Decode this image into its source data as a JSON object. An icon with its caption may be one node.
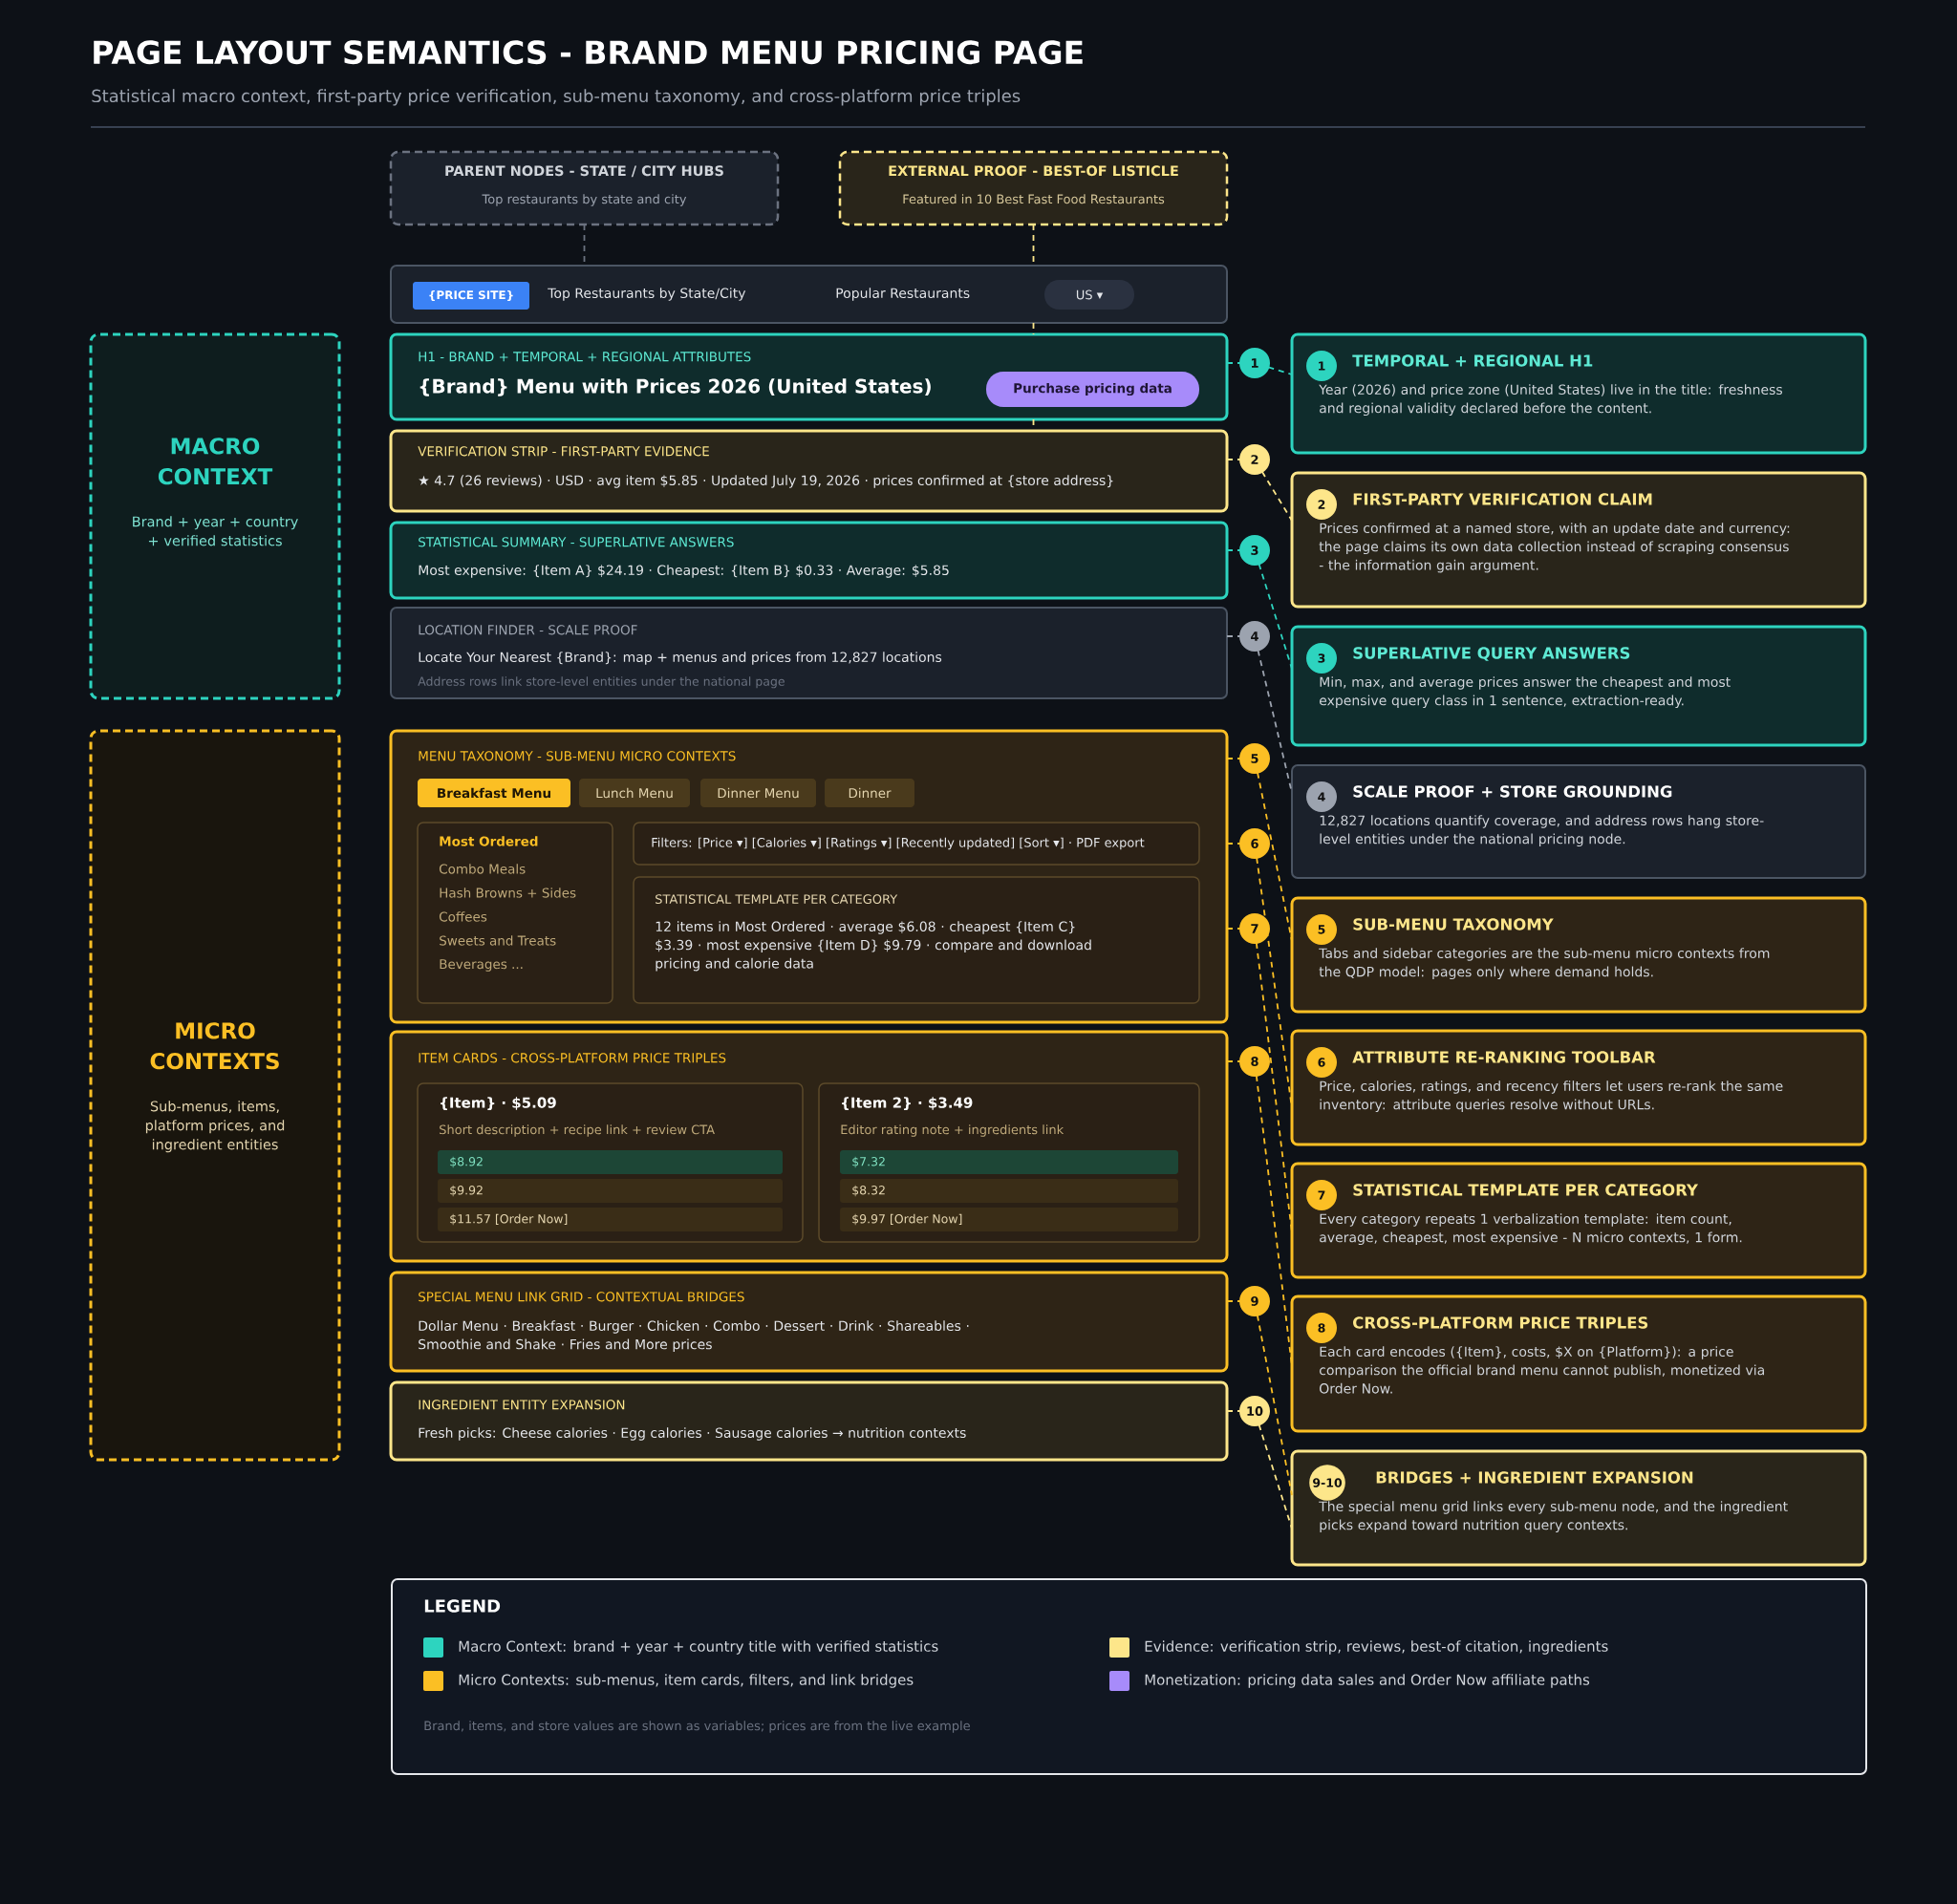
{
  "diagram": {
    "title": "PAGE LAYOUT SEMANTICS - BRAND MENU PRICING PAGE",
    "nodes": [
      {
        "text": [
          "PARENT NODES - STATE / CITY HUBS",
          "Top restaurants by state and city"
        ]
      },
      {
        "text": [
          "EXTERNAL PROOF - BEST-OF LISTICLE",
          "Featured in 10 Best Fast Food Restaurants"
        ]
      },
      {
        "text": [
          "Top Restaurants by State/City",
          "Popular Restaurants"
        ]
      },
      {
        "text": [
          "{PRICE SITE}"
        ],
        "in": 2
      },
      {
        "text": [
          "US ▾"
        ],
        "in": 2
      },
      {
        "text": [
          "MACRO CONTEXT",
          "Brand + year + country + verified statistics"
        ]
      },
      {
        "text": [
          "H1 - BRAND + TEMPORAL + REGIONAL ATTRIBUTES",
          "{Brand} Menu with Prices 2026 (United States)"
        ]
      },
      {
        "text": [
          "Purchase pricing data"
        ],
        "in": 6
      },
      {
        "text": [
          "VERIFICATION STRIP - FIRST-PARTY EVIDENCE",
          "★ 4.7 (26 reviews) · USD · avg item $5.85 · Updated July 19, 2026 · prices confirmed at {store address}"
        ]
      },
      {
        "text": [
          "STATISTICAL SUMMARY - SUPERLATIVE ANSWERS",
          "Most expensive: {Item A} $24.19 · Cheapest: {Item B} $0.33 · Average: $5.85"
        ]
      },
      {
        "text": [
          "LOCATION FINDER - SCALE PROOF",
          "Locate Your Nearest {Brand}: map + menus and prices from 12,827 locations",
          "Address rows link store-level entities under the national page"
        ]
      },
      {
        "text": [
          "MICRO CONTEXTS",
          "Sub-menus, items, platform prices, and ingredient entities"
        ]
      },
      {
        "text": [
          "MENU TAXONOMY - SUB-MENU MICRO CONTEXTS"
        ]
      },
      {
        "text": [
          "Breakfast Menu"
        ],
        "in": 12
      },
      {
        "text": [
          "Lunch Menu"
        ],
        "in": 12
      },
      {
        "text": [
          "Dinner Menu"
        ],
        "in": 12
      },
      {
        "text": [
          "Dinner"
        ],
        "in": 12
      },
      {
        "text": [
          "Most Ordered",
          "Combo Meals",
          "Hash Browns + Sides",
          "Coffees",
          "Sweets and Treats",
          "Beverages ..."
        ],
        "in": 12
      },
      {
        "text": [
          "Filters: [Price ▾] [Calories ▾] [Ratings ▾] [Recently updated] [Sort ▾] · PDF export"
        ],
        "in": 12
      },
      {
        "text": [
          "STATISTICAL TEMPLATE PER CATEGORY",
          "12 items in Most Ordered · average $6.08 · cheapest {Item C} $3.39 · most expensive {Item D} $9.79 · compare and download pricing and calorie data"
        ],
        "in": 12
      },
      {
        "text": [
          "ITEM CARDS - CROSS-PLATFORM PRICE TRIPLES"
        ]
      },
      {
        "text": [
          "{Item} · $5.09",
          "Short description + recipe link + review CTA"
        ],
        "in": 20
      },
      {
        "text": [
          "$8.92"
        ],
        "in": 21
      },
      {
        "text": [
          "$9.92"
        ],
        "in": 21
      },
      {
        "text": [
          "$11.57 [Order Now]"
        ],
        "in": 21
      },
      {
        "text": [
          "{Item 2} · $3.49",
          "Editor rating note + ingredients link"
        ],
        "in": 20
      },
      {
        "text": [
          "$7.32"
        ],
        "in": 25
      },
      {
        "text": [
          "$8.32"
        ],
        "in": 25
      },
      {
        "text": [
          "$9.97 [Order Now]"
        ],
        "in": 25
      },
      {
        "text": [
          "SPECIAL MENU LINK GRID - CONTEXTUAL BRIDGES",
          "Dollar Menu · Breakfast · Burger · Chicken · Combo · Dessert · Drink · Shareables · Smoothie and Shake · Fries and More prices"
        ]
      },
      {
        "text": [
          "INGREDIENT ENTITY EXPANSION",
          "Fresh picks: Cheese calories · Egg calories · Sausage calories → nutrition contexts"
        ]
      },
      {
        "text": [
          "1",
          "TEMPORAL + REGIONAL H1",
          "Year (2026) and price zone (United States) live in the title: freshness and regional validity declared before the content."
        ]
      },
      {
        "text": [
          "2",
          "FIRST-PARTY VERIFICATION CLAIM",
          "Prices confirmed at a named store, with an update date and currency: the page claims its own data collection instead of scraping consensus - the information gain argument."
        ]
      },
      {
        "text": [
          "3",
          "SUPERLATIVE QUERY ANSWERS",
          "Min, max, and average prices answer the cheapest and most expensive query class in 1 sentence, extraction-ready."
        ]
      },
      {
        "text": [
          "4",
          "SCALE PROOF + STORE GROUNDING",
          "12,827 locations quantify coverage, and address rows hang store-level entities under the national pricing node."
        ]
      },
      {
        "text": [
          "5",
          "SUB-MENU TAXONOMY",
          "Tabs and sidebar categories are the sub-menu micro contexts from the QDP model: pages only where demand holds."
        ]
      },
      {
        "text": [
          "6",
          "ATTRIBUTE RE-RANKING TOOLBAR",
          "Price, calories, ratings, and recency filters let users re-rank the same inventory: attribute queries resolve without URLs."
        ]
      },
      {
        "text": [
          "7",
          "STATISTICAL TEMPLATE PER CATEGORY",
          "Every category repeats 1 verbalization template: item count, average, cheapest, most expensive - N micro contexts, 1 form."
        ]
      },
      {
        "text": [
          "8",
          "CROSS-PLATFORM PRICE TRIPLES",
          "Each card encodes ({Item}, costs, $X on {Platform}): a price comparison the official brand menu cannot publish, monetized via Order Now."
        ]
      },
      {
        "text": [
          "9-10",
          "BRIDGES + INGREDIENT EXPANSION",
          "The special menu grid links every sub-menu node, and the ingredient picks expand toward nutrition query contexts."
        ]
      }
    ],
    "edges": [
      {
        "from": 0,
        "to": 2,
        "arrow": "none",
        "style": "dashed",
        "color": "#6b7280"
      },
      {
        "from": 1,
        "to": 2,
        "arrow": "none",
        "style": "dashed",
        "color": "#fde68a"
      },
      {
        "from": 2,
        "to": 6,
        "arrow": "none",
        "style": "dashed",
        "color": "#fde68a"
      },
      {
        "from": 6,
        "to": 8,
        "arrow": "none",
        "style": "dashed",
        "color": "#fde68a"
      },
      {
        "from": 6,
        "to": 31,
        "arrow": "none",
        "style": "dashed",
        "color": "#2dd4bf",
        "label": "1"
      },
      {
        "from": 8,
        "to": 32,
        "arrow": "none",
        "style": "dashed",
        "color": "#fde68a",
        "label": "2"
      },
      {
        "from": 9,
        "to": 33,
        "arrow": "none",
        "style": "dashed",
        "color": "#2dd4bf",
        "label": "3"
      },
      {
        "from": 10,
        "to": 34,
        "arrow": "none",
        "style": "dashed",
        "color": "#9ca3af",
        "label": "4"
      },
      {
        "from": 12,
        "to": 35,
        "arrow": "none",
        "style": "dashed",
        "color": "#fbbf24",
        "label": "5"
      },
      {
        "from": 12,
        "to": 36,
        "arrow": "none",
        "style": "dashed",
        "color": "#fbbf24",
        "label": "6"
      },
      {
        "from": 12,
        "to": 37,
        "arrow": "none",
        "style": "dashed",
        "color": "#fbbf24",
        "label": "7"
      },
      {
        "from": 20,
        "to": 38,
        "arrow": "none",
        "style": "dashed",
        "color": "#fbbf24",
        "label": "8"
      },
      {
        "from": 29,
        "to": 39,
        "arrow": "none",
        "style": "dashed",
        "color": "#fbbf24",
        "label": "9"
      },
      {
        "from": 30,
        "to": 39,
        "arrow": "none",
        "style": "dashed",
        "color": "#fde68a",
        "label": "10"
      }
    ],
    "labels": [
      "Statistical macro context, first-party price verification, sub-menu taxonomy, and cross-platform price triples",
      "LEGEND",
      "Brand, items, and store values are shown as variables; prices are from the live example"
    ],
    "legend": [
      {
        "text": "Macro Context: brand + year + country title with verified statistics",
        "color": "#2dd4bf"
      },
      {
        "text": "Evidence: verification strip, reviews, best-of citation, ingredients",
        "color": "#fde68a"
      },
      {
        "text": "Micro Contexts: sub-menus, item cards, filters, and link bridges",
        "color": "#fbbf24"
      },
      {
        "text": "Monetization: pricing data sales and Order Now affiliate paths",
        "color": "#a78bfa"
      }
    ]
  }
}
